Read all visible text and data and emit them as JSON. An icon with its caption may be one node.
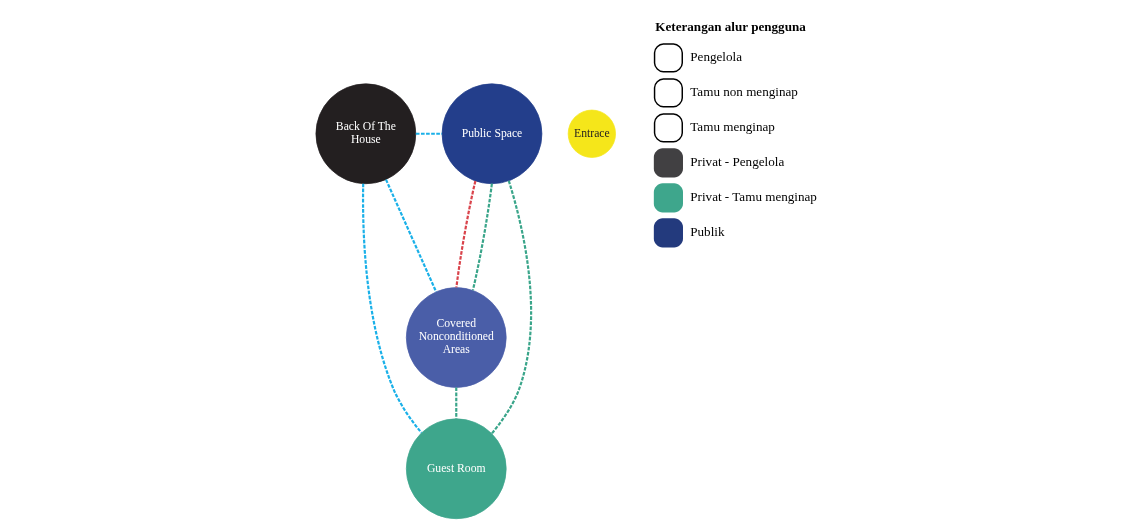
{
  "diagram": {
    "nodes": [
      {
        "text": [
          "Back Of The House"
        ]
      },
      {
        "text": [
          "Public Space"
        ]
      },
      {
        "text": [
          "Entrace"
        ]
      },
      {
        "text": [
          "Covered Nonconditioned Areas"
        ]
      },
      {
        "text": [
          "Guest Room"
        ]
      }
    ],
    "edges": [
      {
        "from": 0,
        "to": 1,
        "arrow": "none",
        "style": "dashed",
        "color": "#1ab0e8"
      },
      {
        "from": 0,
        "to": 3,
        "arrow": "none",
        "style": "dashed",
        "color": "#1ab0e8"
      },
      {
        "from": 0,
        "to": 4,
        "arrow": "none",
        "style": "dashed",
        "color": "#1ab0e8"
      },
      {
        "from": 1,
        "to": 3,
        "arrow": "none",
        "style": "dashed",
        "color": "#d9434b"
      },
      {
        "from": 1,
        "to": 3,
        "arrow": "none",
        "style": "dashed",
        "color": "#3aa58a"
      },
      {
        "from": 1,
        "to": 4,
        "arrow": "none",
        "style": "dashed",
        "color": "#3aa58a"
      },
      {
        "from": 3,
        "to": 4,
        "arrow": "none",
        "style": "dashed",
        "color": "#3aa58a"
      }
    ],
    "labels": [
      "Keterangan alur pengguna"
    ],
    "legend": [
      {
        "text": "Pengelola"
      },
      {
        "text": "Tamu non menginap"
      },
      {
        "text": "Tamu menginap"
      },
      {
        "text": "Privat - Pengelola",
        "color": "#414042"
      },
      {
        "text": "Privat - Tamu menginap",
        "color": "#3ea68c"
      },
      {
        "text": "Publik",
        "color": "#233a7d"
      }
    ]
  }
}
